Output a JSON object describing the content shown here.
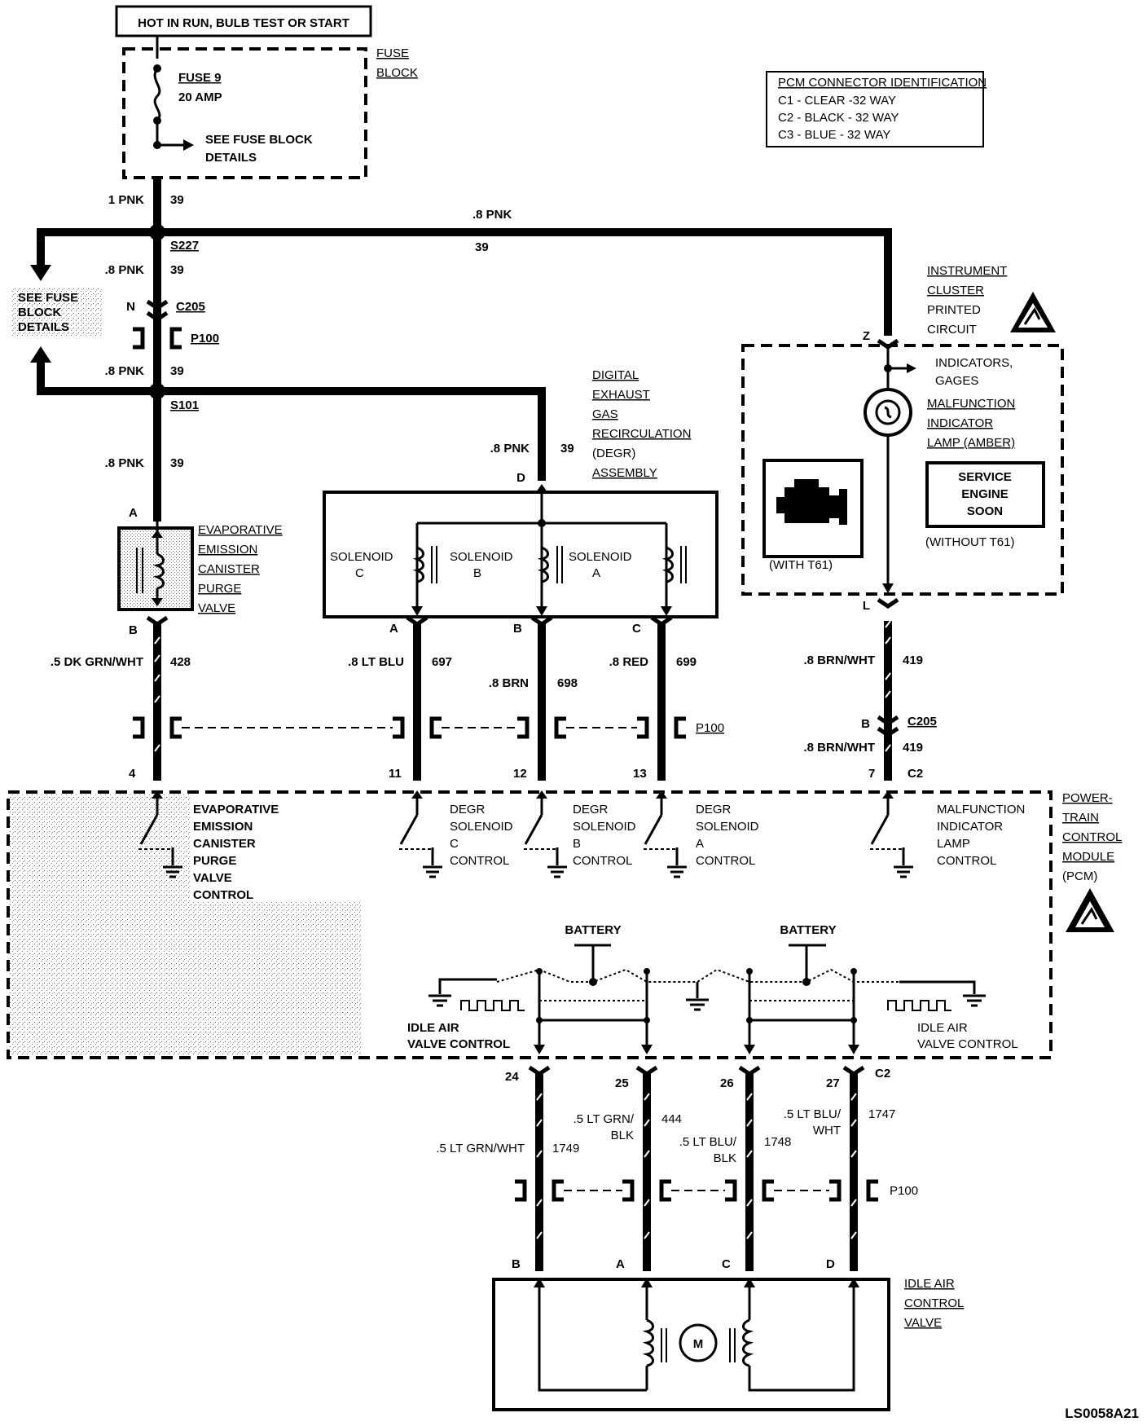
{
  "header": {
    "power_source": "HOT IN RUN, BULB TEST OR START",
    "fuse_block": [
      "FUSE",
      "BLOCK"
    ],
    "fuse": [
      "FUSE 9",
      "20 AMP"
    ],
    "see_details": [
      "SEE FUSE BLOCK",
      "DETAILS"
    ],
    "see_details_left": [
      "SEE FUSE",
      "BLOCK",
      "DETAILS"
    ]
  },
  "pcm_id": {
    "title": "PCM CONNECTOR IDENTIFICATION",
    "rows": [
      "C1 - CLEAR -32 WAY",
      "C2 - BLACK - 32 WAY",
      "C3 - BLUE - 32 WAY"
    ]
  },
  "wires": {
    "w1_pnk": "1 PNK",
    "w39": "39",
    "w08_pnk": ".8 PNK",
    "w_dkgrn": ".5 DK GRN/WHT",
    "c428": "428",
    "w_ltblu": ".8 LT BLU",
    "c697": "697",
    "w_brn": ".8 BRN",
    "c698": "698",
    "w_red": ".8 RED",
    "c699": "699",
    "w_brnwht": ".8 BRN/WHT",
    "c419": "419",
    "w_ltgrnwht": ".5 LT GRN/WHT",
    "c1749": "1749",
    "w_ltgrnblk": [
      ".5 LT GRN/",
      "BLK"
    ],
    "c444": "444",
    "w_ltblublk": [
      ".5 LT BLU/",
      "BLK"
    ],
    "c1748": "1748",
    "w_ltbluwht": [
      ".5 LT BLU/",
      "WHT"
    ],
    "c1747": "1747"
  },
  "splices": {
    "s227": "S227",
    "s101": "S101",
    "c205": "C205",
    "p100": "P100",
    "c2": "C2"
  },
  "pins": {
    "N": "N",
    "A": "A",
    "B": "B",
    "C": "C",
    "D": "D",
    "Z": "Z",
    "L": "L",
    "p4": "4",
    "p11": "11",
    "p12": "12",
    "p13": "13",
    "p7": "7",
    "p24": "24",
    "p25": "25",
    "p26": "26",
    "p27": "27"
  },
  "components": {
    "evap_valve": [
      "EVAPORATIVE",
      "EMISSION",
      "CANISTER",
      "PURGE",
      "VALVE"
    ],
    "degr": [
      "DIGITAL",
      "EXHAUST",
      "GAS",
      "RECIRCULATION",
      "(DEGR)",
      "ASSEMBLY"
    ],
    "solenoid_c": [
      "SOLENOID",
      "C"
    ],
    "solenoid_b": [
      "SOLENOID",
      "B"
    ],
    "solenoid_a": [
      "SOLENOID",
      "A"
    ],
    "cluster": [
      "INSTRUMENT",
      "CLUSTER",
      "PRINTED",
      "CIRCUIT"
    ],
    "indicators": [
      "INDICATORS,",
      "GAGES"
    ],
    "mil": [
      "MALFUNCTION",
      "INDICATOR",
      "LAMP (AMBER)"
    ],
    "service": [
      "SERVICE",
      "ENGINE",
      "SOON"
    ],
    "with_t61": "(WITH T61)",
    "without_t61": "(WITHOUT T61)",
    "pcm": [
      "POWER-",
      "TRAIN",
      "CONTROL",
      "MODULE",
      "(PCM)"
    ],
    "evap_ctrl": [
      "EVAPORATIVE",
      "EMISSION",
      "CANISTER",
      "PURGE",
      "VALVE",
      "CONTROL"
    ],
    "degr_c": [
      "DEGR",
      "SOLENOID",
      "C",
      "CONTROL"
    ],
    "degr_b": [
      "DEGR",
      "SOLENOID",
      "B",
      "CONTROL"
    ],
    "degr_a": [
      "DEGR",
      "SOLENOID",
      "A",
      "CONTROL"
    ],
    "mil_ctrl": [
      "MALFUNCTION",
      "INDICATOR",
      "LAMP",
      "CONTROL"
    ],
    "battery": "BATTERY",
    "iac_ctrl": [
      "IDLE AIR",
      "VALVE CONTROL"
    ],
    "iac_valve": [
      "IDLE AIR",
      "CONTROL",
      "VALVE"
    ],
    "motor": "M"
  },
  "footer": {
    "code": "LS0058A21"
  }
}
